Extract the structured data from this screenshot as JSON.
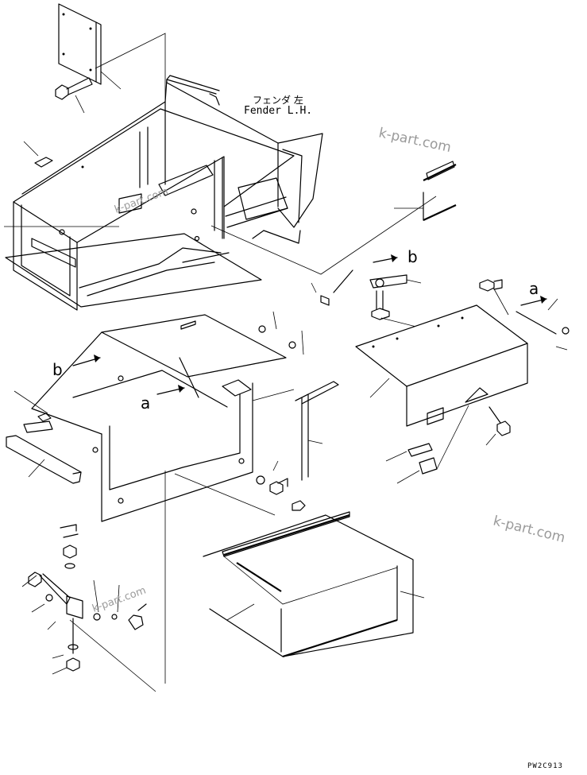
{
  "labels": {
    "fender_jp": "フェンダ 左",
    "fender_en": "Fender L.H.",
    "ref_a": "a",
    "ref_b": "b",
    "ref_a2": "a",
    "ref_b2": "b"
  },
  "watermarks": [
    "k-part.com",
    "k-part.com",
    "k-part.com",
    "k-part.com"
  ],
  "drawing_code": "PW2C913"
}
